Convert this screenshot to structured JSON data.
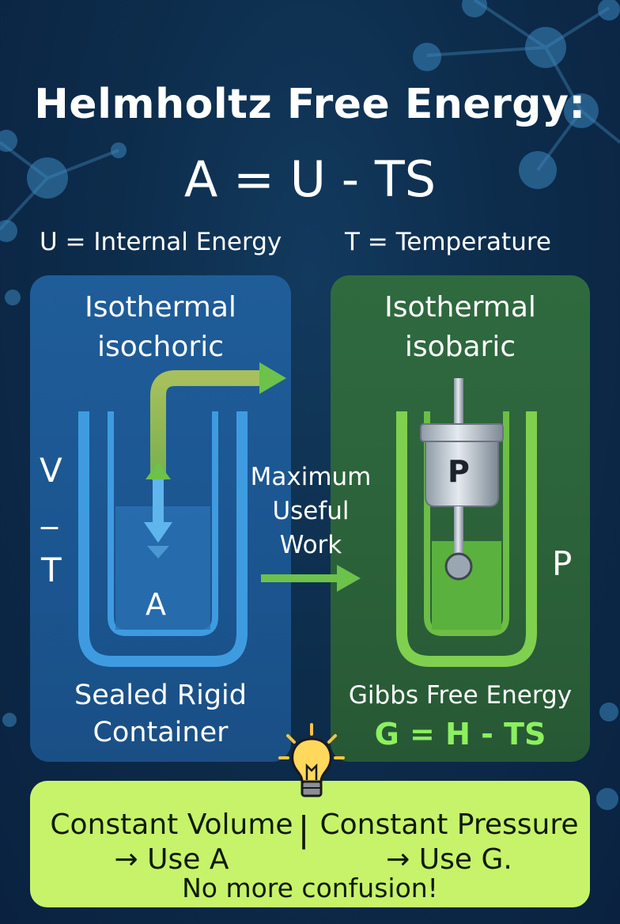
{
  "title": "Helmholtz Free Energy:",
  "formula": "A = U - TS",
  "definitions": {
    "u": "U = Internal Energy",
    "t": "T = Temperature"
  },
  "left_panel": {
    "title_line1": "Isothermal",
    "title_line2": "isochoric",
    "side_top": "V",
    "side_dash": "_",
    "side_bottom": "T",
    "inner_label": "A",
    "footer_line1": "Sealed Rigid",
    "footer_line2": "Container"
  },
  "right_panel": {
    "title_line1": "Isothermal",
    "title_line2": "isobaric",
    "piston_label": "P",
    "side_label": "P",
    "footer_line1": "Gibbs Free Energy",
    "footer_formula": "G = H - TS"
  },
  "middle": {
    "line1": "Maximum",
    "line2": "Useful",
    "line3": "Work"
  },
  "summary": {
    "left_line1": "Constant Volume",
    "left_line2": "→ Use A",
    "divider": "|",
    "right_line1": "Constant Pressure",
    "right_line2": "→ Use G.",
    "bottom_line": "No more confusion!"
  },
  "colors": {
    "background": "#0d2c4b",
    "left_panel": "#1f5d99",
    "right_panel": "#2f6a3f",
    "summary_box": "#c7f36a",
    "gibbs_formula": "#8cf060",
    "arrow_green": "#6cc24a"
  },
  "icons": [
    "molecule-network-icon",
    "lightbulb-icon",
    "piston-icon",
    "container-icon"
  ]
}
